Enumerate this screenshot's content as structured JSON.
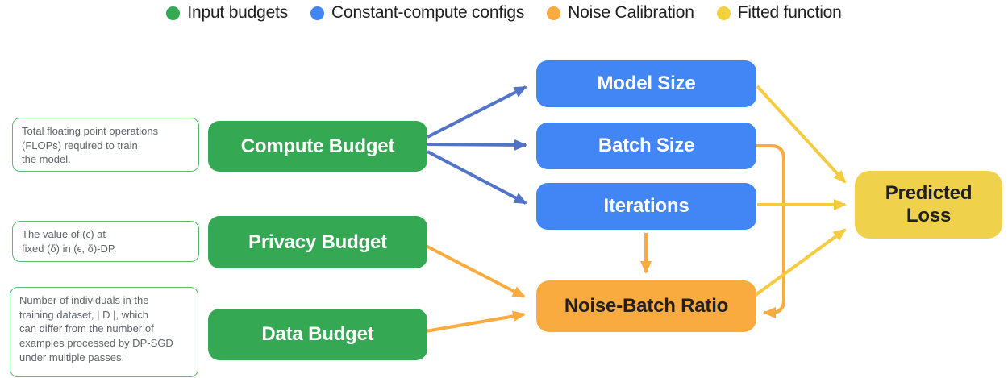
{
  "colors": {
    "green": "#34A853",
    "blue": "#4285F4",
    "blue_arrow": "#5274C7",
    "orange": "#F9AB40",
    "yellow": "#F0D14B",
    "yellow_arrow": "#F5CB40",
    "note_border": "#5BB974",
    "note_text": "#5F6368",
    "dark_text": "#202124"
  },
  "legend": {
    "items": [
      {
        "label": "Input budgets",
        "color": "#34A853"
      },
      {
        "label": "Constant-compute configs",
        "color": "#4285F4"
      },
      {
        "label": "Noise Calibration",
        "color": "#F9AB40"
      },
      {
        "label": "Fitted function",
        "color": "#F2D13E"
      }
    ]
  },
  "notes": [
    {
      "text": "Total floating point operations\n(FLOPs) required to train\nthe model."
    },
    {
      "text": "The value of (ϵ) at\nfixed (δ) in (ϵ, δ)-DP."
    },
    {
      "text": "Number of individuals in the\ntraining dataset, | D |, which\ncan differ from the number of\nexamples processed by DP-SGD\nunder multiple passes."
    }
  ],
  "nodes": {
    "compute_budget": "Compute Budget",
    "privacy_budget": "Privacy Budget",
    "data_budget": "Data Budget",
    "model_size": "Model Size",
    "batch_size": "Batch Size",
    "iterations": "Iterations",
    "noise_batch_ratio": "Noise-Batch Ratio",
    "predicted_loss": "Predicted\nLoss"
  },
  "edges": [
    "Compute Budget -> Model Size",
    "Compute Budget -> Batch Size",
    "Compute Budget -> Iterations",
    "Privacy Budget -> Noise-Batch Ratio",
    "Data Budget -> Noise-Batch Ratio",
    "Iterations -> Noise-Batch Ratio",
    "Batch Size -> Noise-Batch Ratio",
    "Model Size -> Predicted Loss",
    "Iterations -> Predicted Loss",
    "Noise-Batch Ratio -> Predicted Loss"
  ]
}
